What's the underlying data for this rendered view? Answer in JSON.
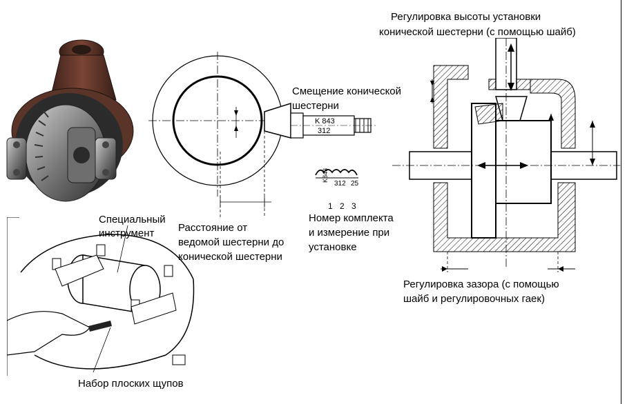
{
  "labels": {
    "pinion_offset_l1": "Смещение конической",
    "pinion_offset_l2": "шестерни",
    "pinion_height_l1": "Регулировка высоты установки",
    "pinion_height_l2": "конической шестерни (с помощью шайб)",
    "distance_l1": "Расстояние от",
    "distance_l2": "ведомой шестерни до",
    "distance_l3": "конической шестерни",
    "set_number_l1": "Номер комплекта",
    "set_number_l2": "и измерение при",
    "set_number_l3": "установке",
    "backlash_l1": "Регулировка зазора (с помощью",
    "backlash_l2": "шайб и регулировочных гаек)",
    "special_tool_l1": "Специальный",
    "special_tool_l2": "инструмент",
    "feeler_gauges": "Набор плоских щупов"
  },
  "pinion_marks": {
    "code": "K 843",
    "number": "312"
  },
  "tooth_marks": {
    "code": "K843",
    "number": "312",
    "value": "25",
    "idx1": "1",
    "idx2": "2",
    "idx3": "3"
  },
  "colors": {
    "housing": "#5a3428",
    "metal": "#9a9a9a"
  }
}
